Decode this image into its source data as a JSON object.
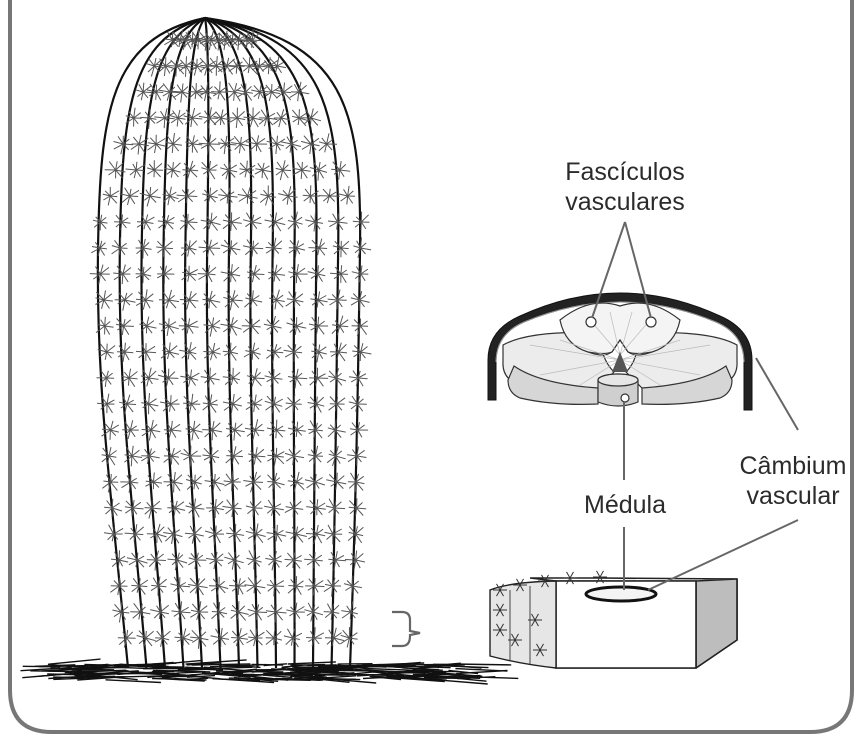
{
  "labels": {
    "vascular_bundles": [
      "Fascículos",
      "vasculares"
    ],
    "pith": "Médula",
    "vascular_cambium": [
      "Câmbium",
      "vascular"
    ]
  },
  "colors": {
    "frame": "#777777",
    "spines": "#555555",
    "ribs": "#111111",
    "label_text": "#2b2b2b"
  }
}
